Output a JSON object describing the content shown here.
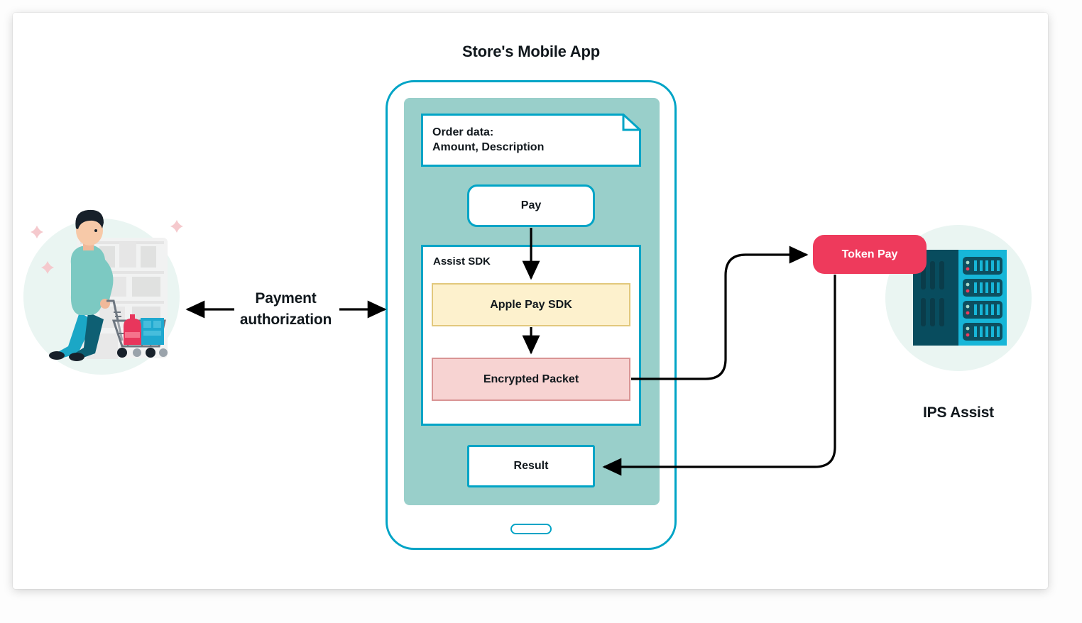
{
  "diagram": {
    "title": "Store's Mobile App",
    "phone": {
      "order_card": "Order data:\nAmount, Description",
      "pay_button": "Pay",
      "sdk_container_label": "Assist SDK",
      "apple_pay_box": "Apple Pay SDK",
      "encrypted_packet_box": "Encrypted Packet",
      "result_button": "Result"
    },
    "left": {
      "flow_label": "Payment\nauthorization",
      "illustration": "shopper-with-cart-illustration"
    },
    "right": {
      "token_badge": "Token Pay",
      "server_label": "IPS Assist",
      "illustration": "server-rack-icon"
    },
    "colors": {
      "cyan_border": "#00a4c6",
      "screen_teal": "#99cfca",
      "apple_pay_fill": "#fdf1cd",
      "apple_pay_border": "#e2c87c",
      "packet_fill": "#f7d3d2",
      "packet_border": "#d99494",
      "badge_red": "#ee3a5c",
      "server_dark": "#084c5e",
      "server_cyan": "#17b6d8",
      "mint_circle": "#eaf5f2",
      "sparkle_pink": "#f5c9cd",
      "text_dark": "#10171c",
      "arrow_black": "#000000"
    }
  }
}
